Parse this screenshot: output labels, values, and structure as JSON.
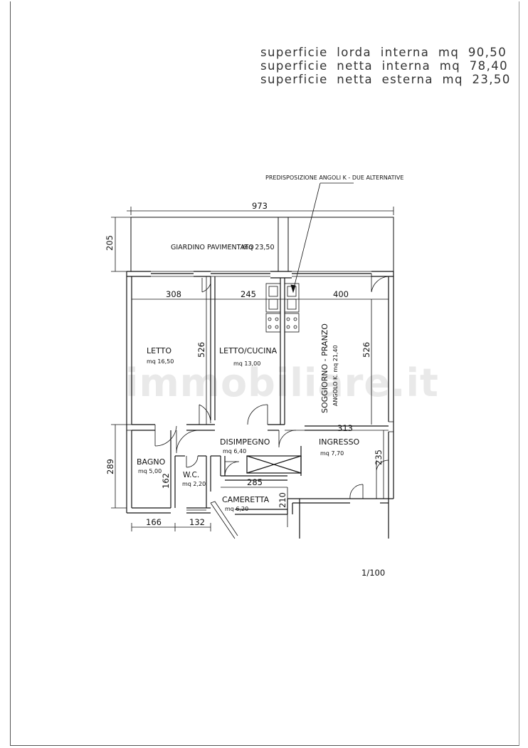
{
  "header": {
    "surface_lines": [
      "superficie lorda interna mq 90,50",
      "superficie netta interna mq 78,40",
      "superficie netta esterna mq 23,50"
    ]
  },
  "plan": {
    "note": "PREDISPOSIZIONE ANGOLI K - DUE ALTERNATIVE",
    "watermark": "immobiliare.it",
    "scale": "1/100",
    "garden": {
      "name": "GIARDINO PAVIMENTATO",
      "area": "mq 23,50"
    },
    "rooms": {
      "letto": {
        "name": "LETTO",
        "area": "mq 16,50"
      },
      "letto_cucina": {
        "name": "LETTO/CUCINA",
        "area": "mq 13,00"
      },
      "soggiorno": {
        "name": "SOGGIORNO - PRANZO",
        "area": "ANGOLO K. mq 21,40"
      },
      "disimpegno": {
        "name": "DISIMPEGNO",
        "area": "mq 6,40"
      },
      "ingresso": {
        "name": "INGRESSO",
        "area": "mq 7,70"
      },
      "bagno": {
        "name": "BAGNO",
        "area": "mq 5,00"
      },
      "wc": {
        "name": "W.C.",
        "area": "mq 2,20"
      },
      "cameretta": {
        "name": "CAMERETTA",
        "area": "mq 6,20"
      }
    },
    "dimensions": {
      "total_width": "973",
      "garden_depth": "205",
      "letto_width": "308",
      "cucina_width": "245",
      "soggiorno_width": "400",
      "letto_depth": "526",
      "soggiorno_depth": "526",
      "ingresso_width": "313",
      "ingresso_depth": "235",
      "bagno_depth": "289",
      "wc_depth": "162",
      "cameretta_width": "285",
      "cameretta_depth": "210",
      "bagno_width": "166",
      "wc_width": "132"
    }
  }
}
